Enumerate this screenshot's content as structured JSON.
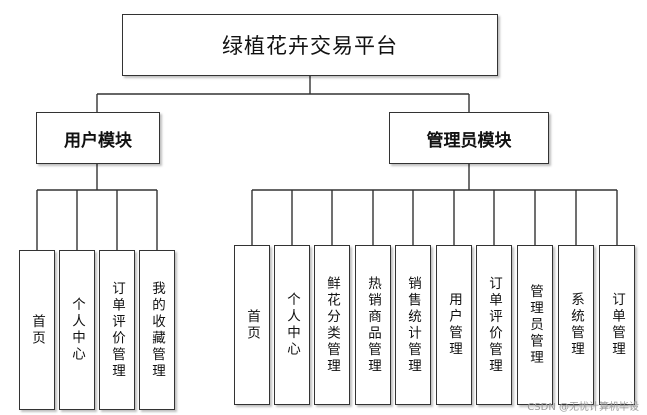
{
  "title": "绿植花卉交易平台",
  "modules": [
    {
      "label": "用户模块",
      "items": [
        "首页",
        "个人中心",
        "订单评价管理",
        "我的收藏管理"
      ]
    },
    {
      "label": "管理员模块",
      "items": [
        "首页",
        "个人中心",
        "鲜花分类管理",
        "热销商品管理",
        "销售统计管理",
        "用户管理",
        "订单评价管理",
        "管理员管理",
        "系统管理",
        "订单管理"
      ]
    }
  ],
  "watermark": "CSDN @无忧计算机毕设"
}
